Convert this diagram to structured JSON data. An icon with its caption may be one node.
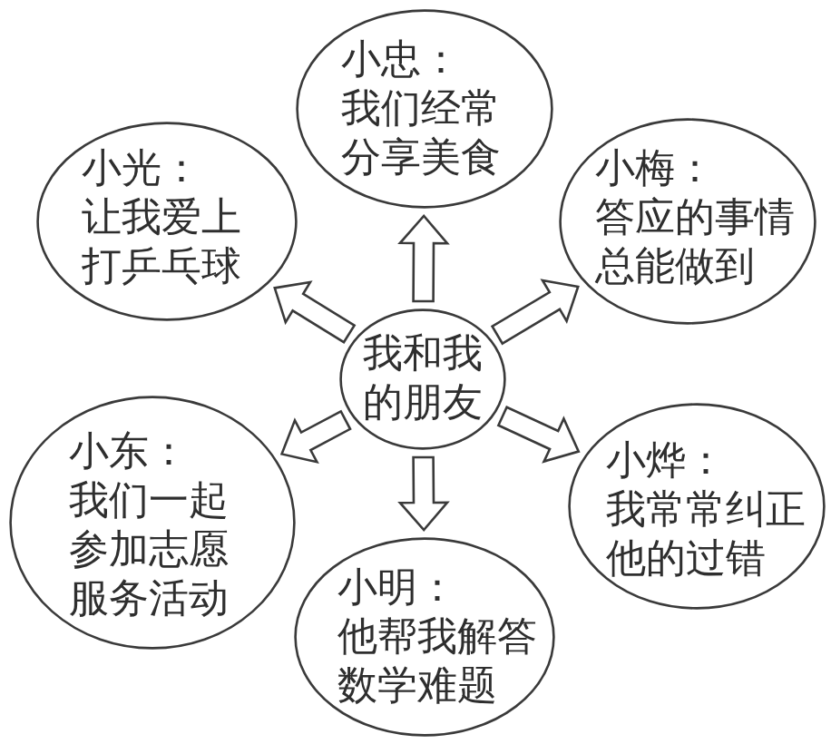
{
  "diagram": {
    "nodes": [
      {
        "text": [
          "小忠：",
          "我们经常分享美食"
        ]
      },
      {
        "text": [
          "小光：",
          "让我爱上打乒乓球"
        ]
      },
      {
        "text": [
          "小梅：",
          "答应的事情总能做到"
        ]
      },
      {
        "text": [
          "我和我的朋友"
        ]
      },
      {
        "text": [
          "小东：",
          "我们一起参加志愿服务活动"
        ]
      },
      {
        "text": [
          "小烨：",
          "我常常纠正他的过错"
        ]
      },
      {
        "text": [
          "小明：",
          "他帮我解答数学难题"
        ]
      }
    ],
    "edges": [
      {
        "from": 3,
        "to": 0,
        "arrow": "to"
      },
      {
        "from": 3,
        "to": 1,
        "arrow": "to"
      },
      {
        "from": 3,
        "to": 2,
        "arrow": "to"
      },
      {
        "from": 3,
        "to": 4,
        "arrow": "to"
      },
      {
        "from": 3,
        "to": 5,
        "arrow": "to"
      },
      {
        "from": 3,
        "to": 6,
        "arrow": "to"
      }
    ]
  }
}
